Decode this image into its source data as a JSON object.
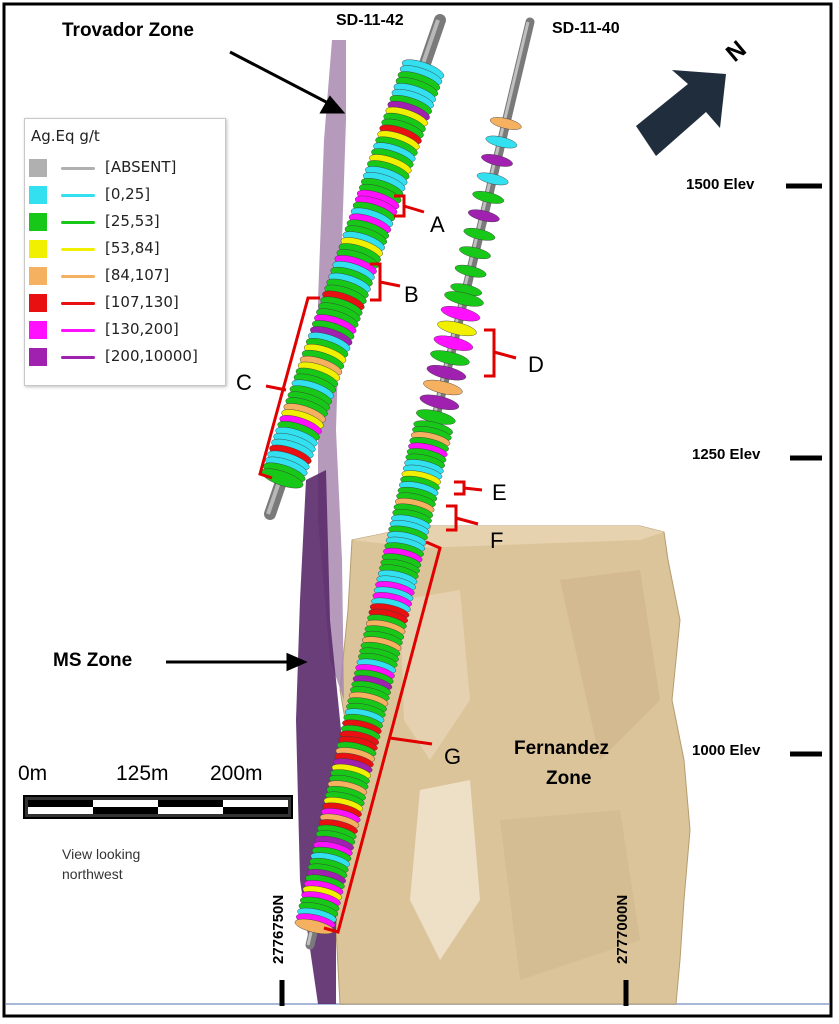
{
  "labels": {
    "trovador": "Trovador Zone",
    "ms": "MS Zone",
    "fernandez_line1": "Fernandez",
    "fernandez_line2": "Zone",
    "north": "N"
  },
  "holes": [
    {
      "name": "SD-11-42"
    },
    {
      "name": "SD-11-40"
    }
  ],
  "intervals": [
    "A",
    "B",
    "C",
    "D",
    "E",
    "F",
    "G"
  ],
  "elevations": [
    "1500 Elev",
    "1250 Elev",
    "1000 Elev"
  ],
  "northings": [
    "2776750N",
    "2777000N"
  ],
  "scale": {
    "ticks": [
      "0m",
      "125m",
      "200m"
    ]
  },
  "view_note_line1": "View looking",
  "view_note_line2": "northwest",
  "legend": {
    "title": "Ag.Eq g/t",
    "items": [
      {
        "range": "[ABSENT]",
        "color": "#b0b0b0"
      },
      {
        "range": "[0,25]",
        "color": "#33e0f0"
      },
      {
        "range": "[25,53]",
        "color": "#18c818"
      },
      {
        "range": "[53,84]",
        "color": "#f0f000"
      },
      {
        "range": "[84,107]",
        "color": "#f5b060"
      },
      {
        "range": "[107,130]",
        "color": "#e81010"
      },
      {
        "range": "[130,200]",
        "color": "#ff10ff"
      },
      {
        "range": "[200,10000]",
        "color": "#a020b0"
      }
    ]
  },
  "colors": {
    "fernandez_body": "#dcc49a",
    "trovador_body": "#a888b0",
    "ms_body": "#5a2a6a",
    "bracket": "#e00000",
    "north_arrow": "#1f2d3d"
  }
}
